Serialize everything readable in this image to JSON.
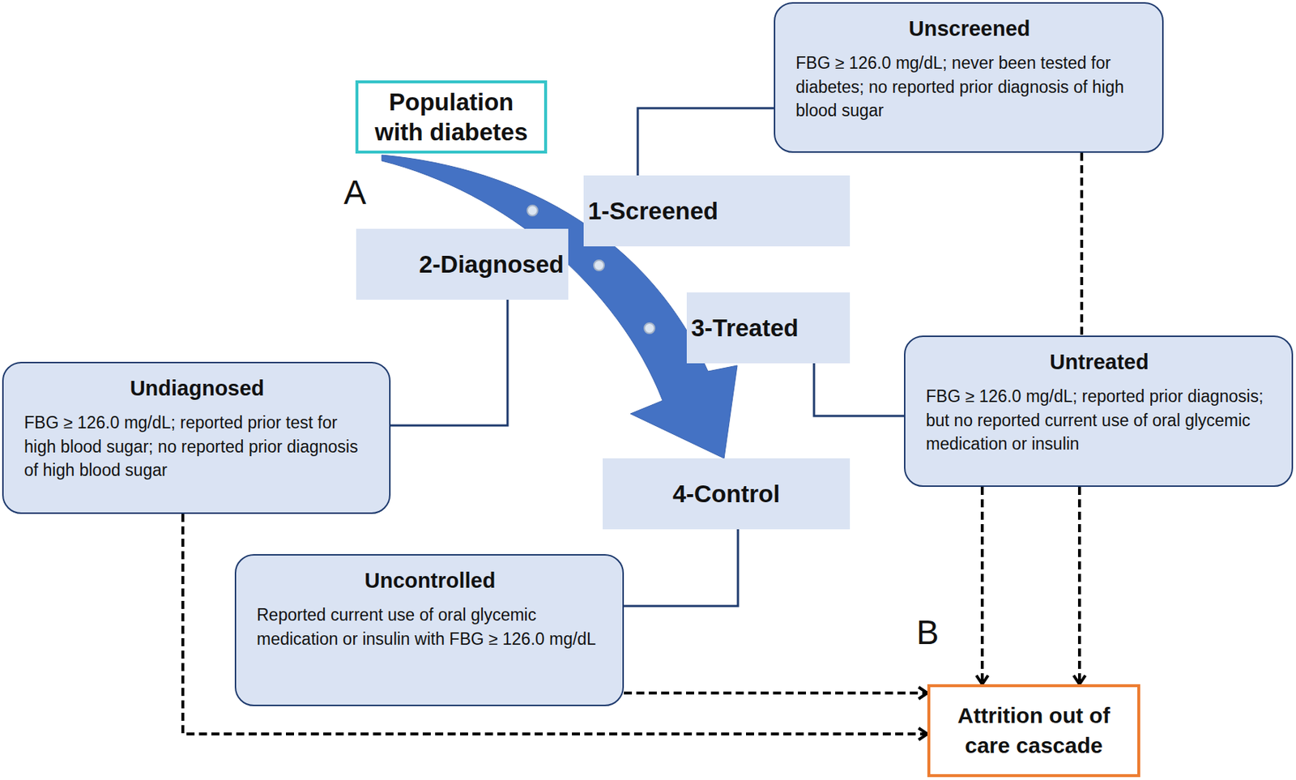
{
  "diagram": {
    "nodes": [
      {
        "text": [
          "Population with diabetes"
        ]
      },
      {
        "text": [
          "1-Screened"
        ]
      },
      {
        "text": [
          "2-Diagnosed"
        ]
      },
      {
        "text": [
          "3-Treated"
        ]
      },
      {
        "text": [
          "4-Control"
        ]
      },
      {
        "text": [
          "Unscreened",
          "FBG ≥ 126.0 mg/dL; never been tested for diabetes; no reported prior diagnosis of high blood sugar"
        ]
      },
      {
        "text": [
          "Undiagnosed",
          "FBG ≥ 126.0 mg/dL; reported prior test for high blood sugar; no reported prior diagnosis of high blood sugar"
        ]
      },
      {
        "text": [
          "Untreated",
          "FBG ≥ 126.0 mg/dL; reported prior diagnosis; but no reported current use of oral glycemic medication or insulin"
        ]
      },
      {
        "text": [
          "Uncontrolled",
          "Reported current use of oral glycemic medication or insulin with  FBG ≥ 126.0 mg/dL"
        ]
      },
      {
        "text": [
          "Attrition out of care cascade"
        ]
      }
    ],
    "edges": [
      {
        "from": 0,
        "to": 4,
        "arrow": "to"
      },
      {
        "from": 1,
        "to": 5,
        "arrow": "none"
      },
      {
        "from": 2,
        "to": 6,
        "arrow": "none"
      },
      {
        "from": 3,
        "to": 7,
        "arrow": "none"
      },
      {
        "from": 4,
        "to": 8,
        "arrow": "none"
      },
      {
        "from": 5,
        "to": 7,
        "arrow": "none"
      },
      {
        "from": 7,
        "to": 9,
        "arrow": "to"
      },
      {
        "from": 7,
        "to": 9,
        "arrow": "to"
      },
      {
        "from": 8,
        "to": 9,
        "arrow": "to"
      },
      {
        "from": 6,
        "to": 9,
        "arrow": "to"
      }
    ],
    "labels": [
      "A",
      "B"
    ]
  }
}
